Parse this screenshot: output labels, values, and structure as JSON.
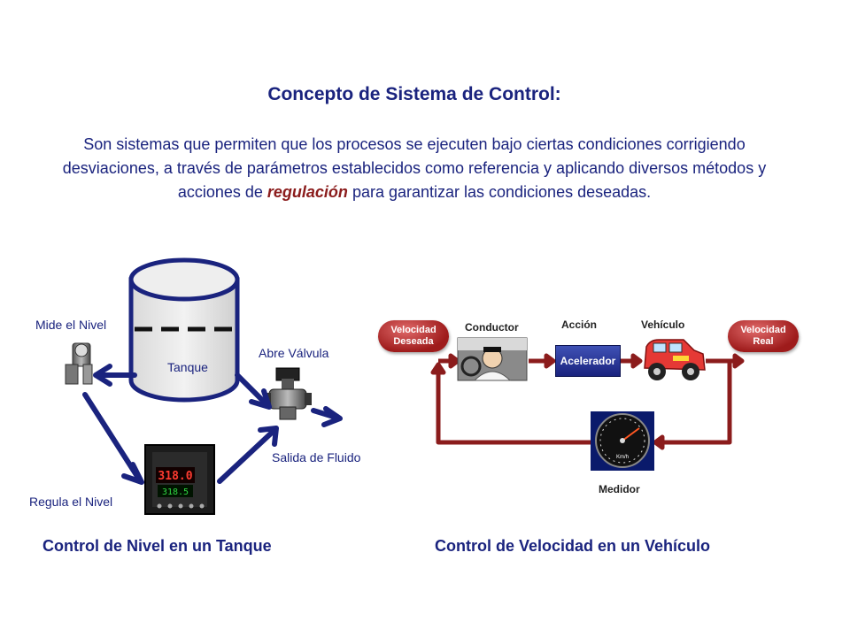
{
  "title": "Concepto de Sistema de Control:",
  "paragraph": {
    "part1": "Son sistemas que permiten que los procesos se ejecuten bajo ciertas condiciones corrigiendo desviaciones, a través de parámetros establecidos como referencia y aplicando diversos métodos y acciones de ",
    "emphasis": "regulación",
    "part2": "  para garantizar las condiciones deseadas."
  },
  "tank_diagram": {
    "tank_label": "Tanque",
    "sensor_label": "Mide el Nivel",
    "valve_label": "Abre Válvula",
    "outflow_label": "Salida de Fluido",
    "controller_label": "Regula el Nivel",
    "controller_display_top": "318.0",
    "controller_display_bottom": "318.5",
    "caption": "Control de Nivel en un Tanque"
  },
  "vehicle_diagram": {
    "desired_speed": [
      "Velocidad",
      "Deseada"
    ],
    "driver_label": "Conductor",
    "action_label": "Acción",
    "accelerator_label": "Acelerador",
    "vehicle_label": "Vehículo",
    "actual_speed": [
      "Velocidad",
      "Real"
    ],
    "meter_label": "Medidor",
    "gauge_unit": "Km/h",
    "caption": "Control de Velocidad en un Vehículo"
  },
  "colors": {
    "navy": "#1a237e",
    "maroon": "#8b1c1c",
    "pill_red": "#9e1b1b"
  }
}
